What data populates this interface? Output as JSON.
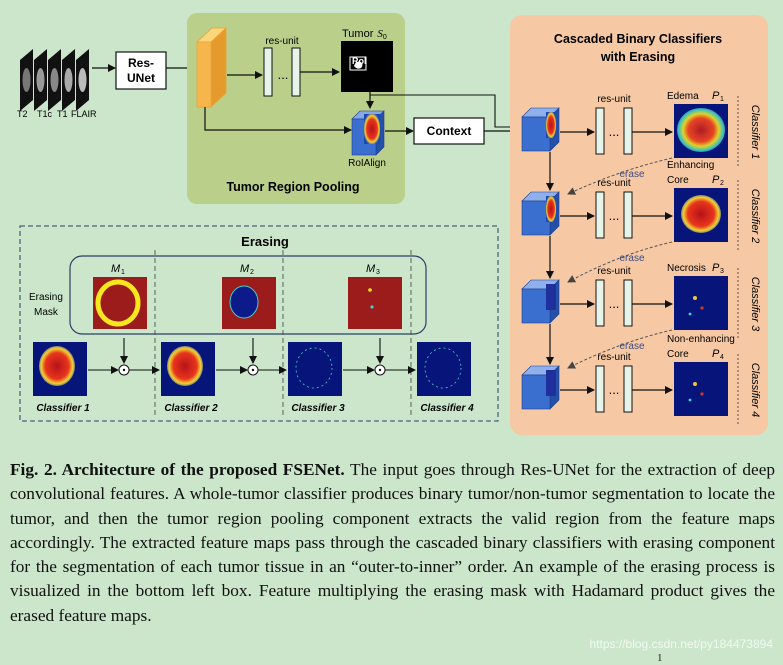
{
  "inputs": {
    "labels": [
      "T2",
      "T1c",
      "T1",
      "FLAIR"
    ]
  },
  "resunet": {
    "label_line1": "Res-",
    "label_line2": "UNet"
  },
  "pooling": {
    "title": "Tumor Region Pooling",
    "res_unit": "res-unit",
    "dots": "...",
    "tumor_label": "Tumor",
    "tumor_sym": "S",
    "tumor_sub": "0",
    "roi": "RoI",
    "roialign": "RoIAlign"
  },
  "context": {
    "label": "Context"
  },
  "cascade": {
    "title_line1": "Cascaded Binary Classifiers",
    "title_line2": "with Erasing",
    "erase": "erase",
    "classifiers": [
      {
        "name": "Classifier 1",
        "res_unit": "res-unit",
        "out_line1": "Edema",
        "out_line2": "",
        "sym": "P",
        "sub": "1"
      },
      {
        "name": "Classifier 2",
        "res_unit": "res-unit",
        "out_line1": "Enhancing",
        "out_line2": "Core",
        "sym": "P",
        "sub": "2"
      },
      {
        "name": "Classifier 3",
        "res_unit": "res-unit",
        "out_line1": "Necrosis",
        "out_line2": "",
        "sym": "P",
        "sub": "3"
      },
      {
        "name": "Classifier 4",
        "res_unit": "res-unit",
        "out_line1": "Non-enhancing",
        "out_line2": "Core",
        "sym": "P",
        "sub": "4"
      }
    ]
  },
  "erasing": {
    "title": "Erasing",
    "mask_label_line1": "Erasing",
    "mask_label_line2": "Mask",
    "masks": [
      {
        "sym": "M",
        "sub": "1"
      },
      {
        "sym": "M",
        "sub": "2"
      },
      {
        "sym": "M",
        "sub": "3"
      }
    ],
    "odot": "⊙",
    "classifier_labels": [
      "Classifier 1",
      "Classifier 2",
      "Classifier 3",
      "Classifier 4"
    ]
  },
  "caption": {
    "bold": "Fig. 2. Architecture of the proposed FSENet.",
    "text": " The input goes through Res-UNet for the extraction of deep convolutional features. A whole-tumor classifier produces binary tumor/non-tumor segmentation to locate the tumor, and then the tumor region pooling component extracts the valid region from the feature maps accordingly. The extracted feature maps pass through the cascaded binary classifiers with erasing component for the segmentation of each tumor tissue in an “outer-to-inner” order. An example of the erasing process is visualized in the bottom left box. Feature multiplying the erasing mask with Hadamard product gives the erased feature maps."
  },
  "page_number": "1",
  "watermark": "https://blog.csdn.net/py184473894",
  "colors": {
    "background": "#cbe6cb",
    "pooling_panel": "#b9cf8a",
    "cascade_panel": "#f6c9a4",
    "feature_orange": "#f7b64c",
    "feature_blue": "#3a6fcf"
  }
}
